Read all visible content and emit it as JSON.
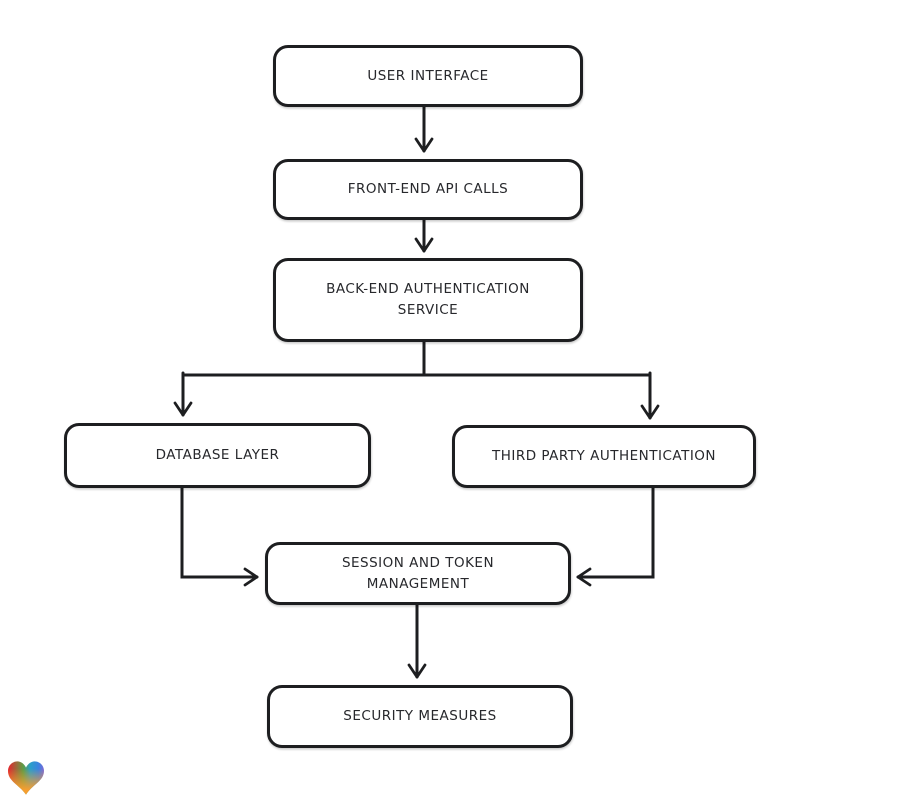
{
  "diagram": {
    "nodes": [
      {
        "id": "user-interface",
        "label": "USER INTERFACE"
      },
      {
        "id": "front-end-api-calls",
        "label": "FRONT-END API CALLS"
      },
      {
        "id": "back-end-authentication-service",
        "label": "BACK-END AUTHENTICATION\nSERVICE"
      },
      {
        "id": "database-layer",
        "label": "DATABASE LAYER"
      },
      {
        "id": "third-party-authentication",
        "label": "THIRD PARTY AUTHENTICATION"
      },
      {
        "id": "session-and-token-management",
        "label": "SESSION AND TOKEN\nMANAGEMENT"
      },
      {
        "id": "security-measures",
        "label": "SECURITY MEASURES"
      }
    ],
    "edges": [
      {
        "from": "user-interface",
        "to": "front-end-api-calls"
      },
      {
        "from": "front-end-api-calls",
        "to": "back-end-authentication-service"
      },
      {
        "from": "back-end-authentication-service",
        "to": "database-layer"
      },
      {
        "from": "back-end-authentication-service",
        "to": "third-party-authentication"
      },
      {
        "from": "database-layer",
        "to": "session-and-token-management"
      },
      {
        "from": "third-party-authentication",
        "to": "session-and-token-management"
      },
      {
        "from": "session-and-token-management",
        "to": "security-measures"
      }
    ],
    "colors": {
      "stroke": "#1d1e20",
      "node_fill": "#ffffff",
      "background": "#ffffff"
    }
  },
  "branding": {
    "logo_icon": "heart-gradient-icon",
    "logo_colors": {
      "red": "#e8232e",
      "green": "#5f9d44",
      "blue": "#3b82e0",
      "orange": "#f59e30"
    }
  }
}
